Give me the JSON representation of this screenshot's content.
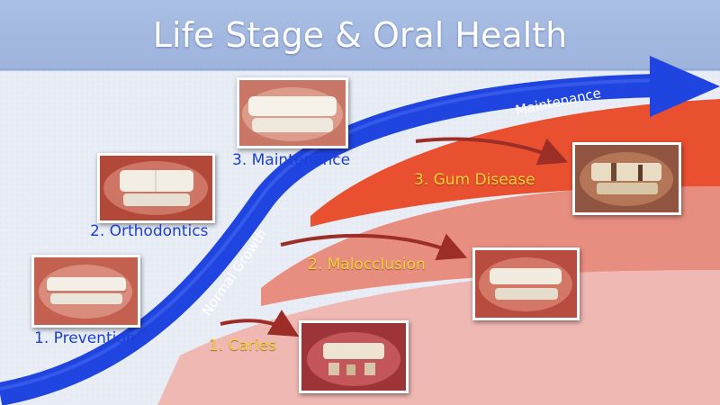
{
  "title": "Life Stage & Oral Health",
  "curve_labels": {
    "normal_growth": "Normal Growth",
    "maintenance": "Maintenance"
  },
  "stages": [
    {
      "label": "1. Prevention"
    },
    {
      "label": "2. Orthodontics"
    },
    {
      "label": "3. Maintenance"
    }
  ],
  "problems": [
    {
      "label": "1. Caries"
    },
    {
      "label": "2. Malocclusion"
    },
    {
      "label": "3. Gum Disease"
    }
  ],
  "colors": {
    "header": "#a7bde3",
    "background": "#e8edf5",
    "arrow": "#1f44e0",
    "band_light": "#f0b8b3",
    "band_mid": "#e88e80",
    "band_dark": "#e9502f",
    "small_arrow": "#9c2e27",
    "stage_text": "#1b3fd6",
    "problem_text": "#f3d235"
  }
}
